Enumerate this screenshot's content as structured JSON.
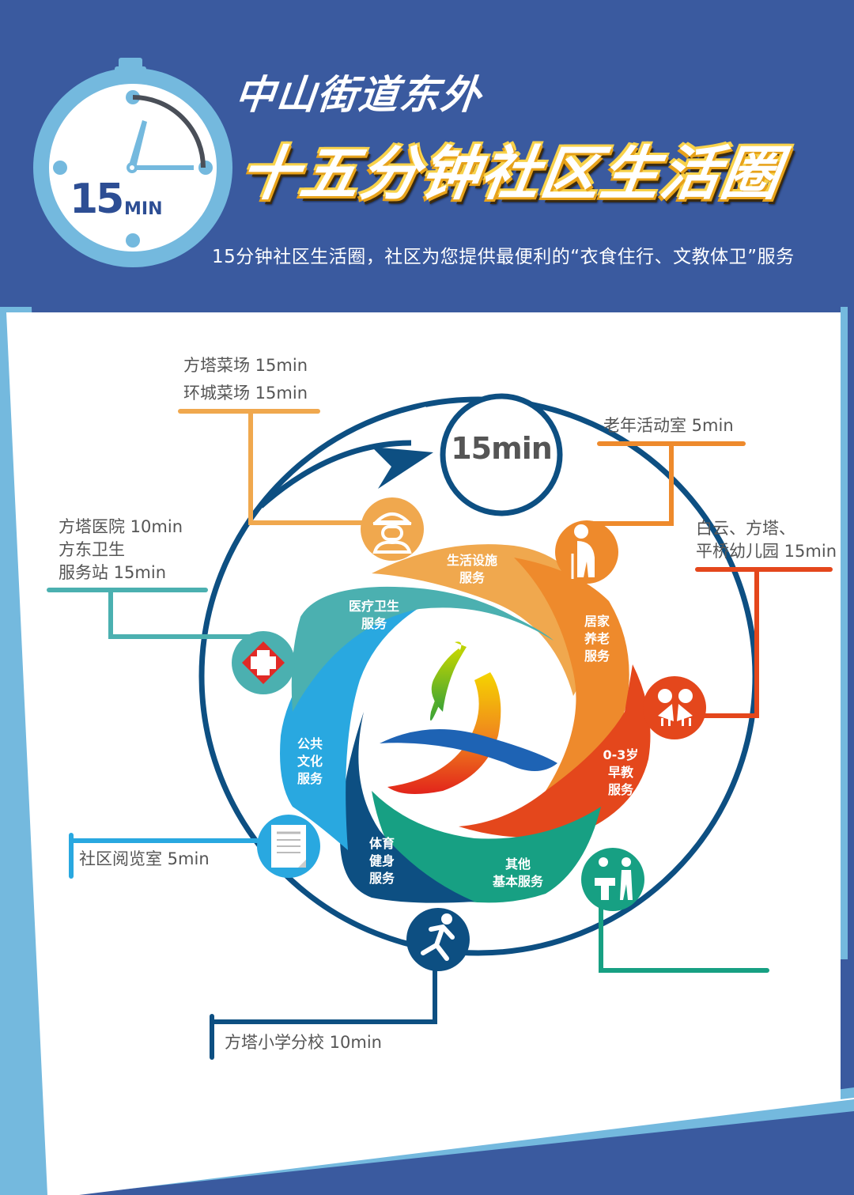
{
  "header": {
    "stopwatch": {
      "number": "15",
      "unit": "MIN"
    },
    "subtitle": "中山街道东外",
    "title": "十五分钟社区生活圈",
    "tagline": "15分钟社区生活圈，社区为您提供最便利的“衣食住行、文教体卫”服务"
  },
  "diagram": {
    "center_label": "15min",
    "segments": [
      {
        "id": "living",
        "label_l1": "生活设施",
        "label_l2": "服务",
        "color": "#f0a84e"
      },
      {
        "id": "elderly",
        "label_l1": "居家",
        "label_l2": "养老",
        "label_l3": "服务",
        "color": "#ee8a2c"
      },
      {
        "id": "early-edu",
        "label_l1": "0-3岁",
        "label_l2": "早教",
        "label_l3": "服务",
        "color": "#e4471c"
      },
      {
        "id": "other",
        "label_l1": "其他",
        "label_l2": "基本服务",
        "color": "#17a083"
      },
      {
        "id": "sports",
        "label_l1": "体育",
        "label_l2": "健身",
        "label_l3": "服务",
        "color": "#0d4f82"
      },
      {
        "id": "culture",
        "label_l1": "公共",
        "label_l2": "文化",
        "label_l3": "服务",
        "color": "#29a8e0"
      },
      {
        "id": "medical",
        "label_l1": "医疗卫生",
        "label_l2": "服务",
        "color": "#4bb0b0"
      }
    ],
    "callouts": {
      "market": {
        "line1": "方塔菜场 15min",
        "line2": "环城菜场 15min",
        "color": "#f0a84e",
        "icon": "worker-icon"
      },
      "elderly": {
        "line1": "老年活动室 5min",
        "color": "#ee8a2c",
        "icon": "elderly-cane-icon"
      },
      "kindergarten": {
        "line1": "白云、方塔、",
        "line2": "平桥幼儿园 15min",
        "color": "#e4471c",
        "icon": "children-icon"
      },
      "medical": {
        "line1": "方塔医院 10min",
        "line2": "方东卫生",
        "line3": "服务站 15min",
        "color": "#4bb0b0",
        "icon": "medical-cross-icon"
      },
      "reading": {
        "line1": "社区阅览室  5min",
        "color": "#29a8e0",
        "icon": "document-icon"
      },
      "school": {
        "line1": "方塔小学分校 10min",
        "color": "#0d4f82",
        "icon": "runner-icon"
      },
      "other": {
        "color": "#17a083",
        "icon": "service-desk-icon"
      }
    }
  },
  "colors": {
    "background_blue": "#3a5a9f",
    "light_blue_accent": "#74b9de",
    "ring_navy": "#0d4f82"
  }
}
